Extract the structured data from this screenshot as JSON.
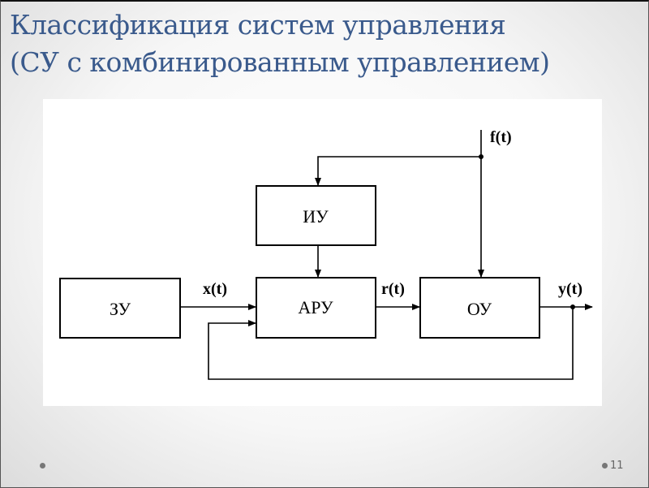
{
  "title": {
    "line1": "Классификация систем управления",
    "line2": "(СУ с комбинированным управлением)"
  },
  "diagram": {
    "blocks": {
      "zu": "ЗУ",
      "aru": "АРУ",
      "iu": "ИУ",
      "ou": "ОУ"
    },
    "signals": {
      "x": "x(t)",
      "r": "r(t)",
      "y": "y(t)",
      "f": "f(t)"
    }
  },
  "footer": {
    "page_number": "11"
  }
}
